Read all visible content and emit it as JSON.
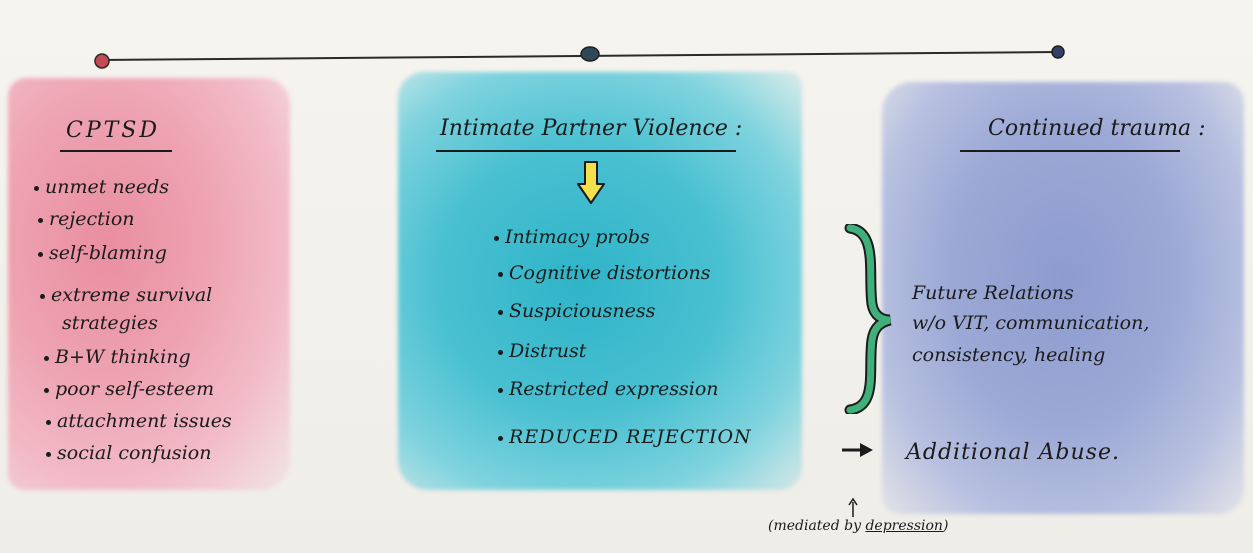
{
  "timeline": {
    "dot_colors": [
      "#c24a52",
      "#2e4a5a",
      "#35406a"
    ]
  },
  "cptsd": {
    "title": "CPTSD",
    "items": [
      "unmet needs",
      "rejection",
      "self-blaming",
      "extreme survival",
      "strategies",
      "B+W thinking",
      "poor self-esteem",
      "attachment issues",
      "social confusion"
    ]
  },
  "ipv": {
    "title": "Intimate Partner Violence :",
    "items": [
      "Intimacy probs",
      "Cognitive distortions",
      "Suspiciousness",
      "Distrust",
      "Restricted expression",
      "REDUCED REJECTION"
    ]
  },
  "continued": {
    "title": "Continued trauma :",
    "future_lines": [
      "Future Relations",
      "w/o VIT, communication,",
      "consistency, healing"
    ],
    "additional": "Additional Abuse."
  },
  "note": {
    "prefix": "(mediated by ",
    "word": "depression",
    "suffix": ")"
  },
  "colors": {
    "pink": "#eea3b2",
    "teal": "#49c0d1",
    "blue": "#9ca9d6",
    "arrow_yellow": "#f2e14a",
    "brace_green": "#3fb07a"
  }
}
